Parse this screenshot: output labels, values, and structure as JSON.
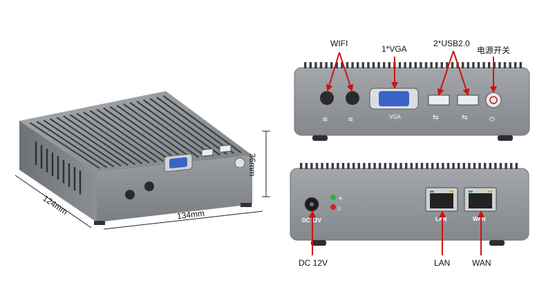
{
  "labels": {
    "wifi": "WIFI",
    "vga": "1*VGA",
    "usb": "2*USB2.0",
    "power": "电源开关",
    "dc": "DC  12V",
    "lan": "LAN",
    "wan": "WAN"
  },
  "panel_text": {
    "vga": "VGA",
    "dc": "DC 12V",
    "lan": "LAN",
    "wan": "WAN"
  },
  "dimensions": {
    "height": "36mm",
    "depth": "124mm",
    "width": "134mm"
  },
  "colors": {
    "case": "#8e9296",
    "case_dark": "#5f6367",
    "case_light": "#b9bcbf",
    "vga_blue": "#3a63c8",
    "arrow_red": "#d01010",
    "led_green": "#2db34a",
    "led_red": "#d42020"
  }
}
